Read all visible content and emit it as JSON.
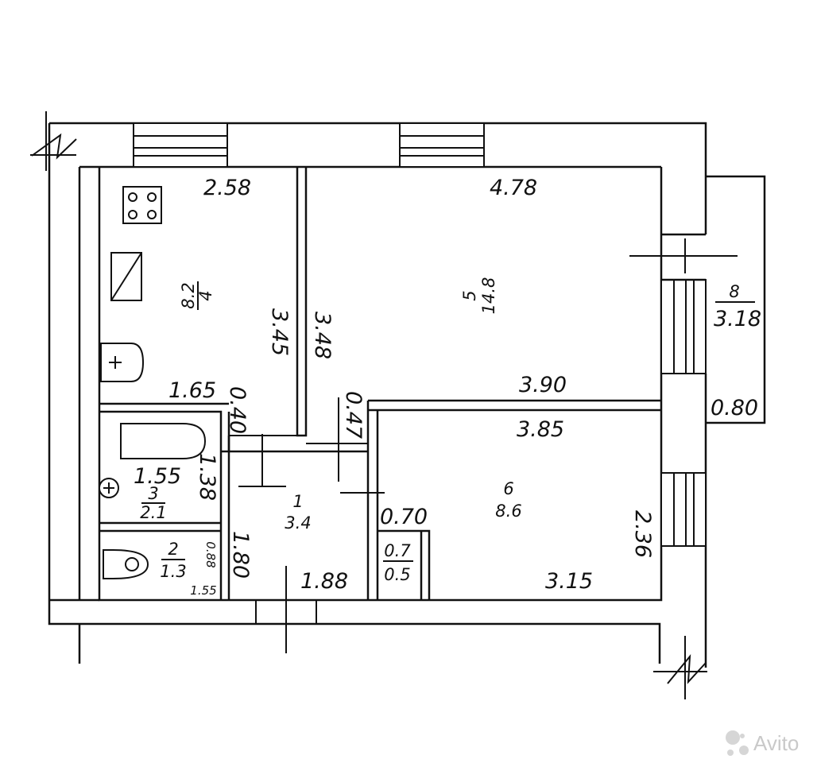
{
  "rooms": {
    "r1": {
      "number": "1",
      "area": "3.4"
    },
    "r2": {
      "number": "2",
      "area": "1.3"
    },
    "r3": {
      "number": "3",
      "area": "2.1"
    },
    "r4": {
      "number": "4",
      "area": "8.2"
    },
    "r5": {
      "number": "5",
      "area": "14.8"
    },
    "r6": {
      "number": "6",
      "area": "8.6"
    },
    "r8": {
      "number": "8",
      "area": "3.18"
    },
    "closet": {
      "number": "0.7",
      "area": "0.5"
    }
  },
  "dims": {
    "d_258": "2.58",
    "d_478": "4.78",
    "d_345": "3.45",
    "d_348": "3.48",
    "d_165": "1.65",
    "d_040": "0.40",
    "d_047": "0.47",
    "d_390": "3.90",
    "d_385": "3.85",
    "d_155a": "1.55",
    "d_138": "1.38",
    "d_070": "0.70",
    "d_236": "2.36",
    "d_315": "3.15",
    "d_180": "1.80",
    "d_188": "1.88",
    "d_088": "0.88",
    "d_155b": "1.55",
    "d_080": "0.80"
  },
  "watermark": "Avito",
  "icons": [
    "stove-icon",
    "sink-icon",
    "bathtub-icon",
    "toilet-icon",
    "washbasin-icon",
    "cabinet-icon",
    "avito-logo-icon"
  ]
}
